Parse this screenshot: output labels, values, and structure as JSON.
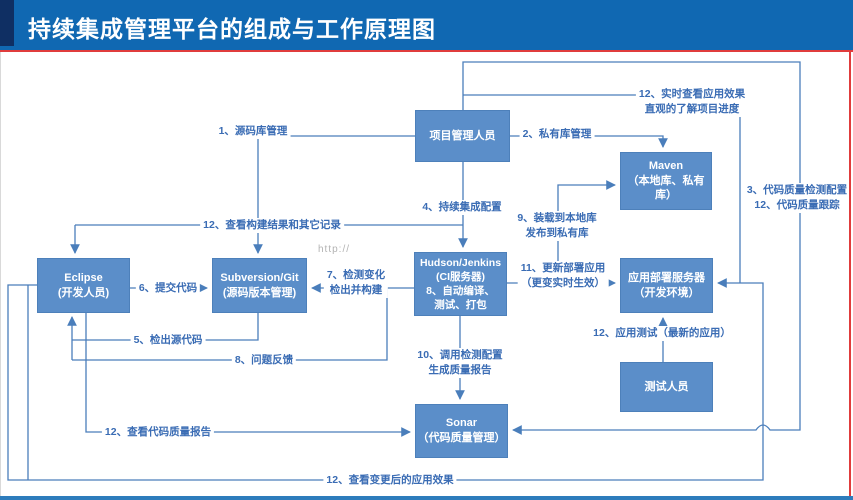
{
  "title": "持续集成管理平台的组成与工作原理图",
  "watermark": "http://",
  "nodes": {
    "pm": {
      "lines": [
        "项目管理人员"
      ]
    },
    "maven": {
      "lines": [
        "Maven",
        "（本地库、私有",
        "库）"
      ]
    },
    "eclipse": {
      "lines": [
        "Eclipse",
        "(开发人员)"
      ]
    },
    "svn": {
      "lines": [
        "Subversion/Git",
        "(源码版本管理)"
      ]
    },
    "ci": {
      "lines": [
        "Hudson/Jenkins",
        "(CI服务器)",
        "8、自动编译、",
        "测试、打包"
      ]
    },
    "deploy": {
      "lines": [
        "应用部署服务器",
        "（开发环境）"
      ]
    },
    "tester": {
      "lines": [
        "测试人员"
      ]
    },
    "sonar": {
      "lines": [
        "Sonar",
        "（代码质量管理）"
      ]
    }
  },
  "edges": {
    "e1": "1、源码库管理",
    "e2": "2、私有库管理",
    "e3a": "3、代码质量检测配置",
    "e3b": "12、代码质量跟踪",
    "e4": "4、持续集成配置",
    "e5": "5、检出源代码",
    "e6": "6、提交代码",
    "e7a": "7、检测变化",
    "e7b": "检出并构建",
    "e8": "8、问题反馈",
    "e9a": "9、装载到本地库",
    "e9b": "发布到私有库",
    "e10a": "10、调用检测配置",
    "e10b": "生成质量报告",
    "e11a": "11、更新部署应用",
    "e11b": "（更变实时生效）",
    "e12a": "12、查看构建结果和其它记录",
    "e12b": "12、实时查看应用效果",
    "e12c": "直观的了解项目进度",
    "e12d": "12、应用测试（最新的应用）",
    "e12e": "12、查看代码质量报告",
    "e12f": "12、查看变更后的应用效果"
  },
  "colors": {
    "titlebar_bg": "#1068b2",
    "corner_navy": "#0f2f63",
    "accent_red": "#e03c3c",
    "node_fill": "#5b8ec9",
    "node_border": "#4d80ba",
    "line": "#4a7ebb",
    "label_text": "#3a6cb4",
    "bottom_bar": "#2d7cbc"
  }
}
